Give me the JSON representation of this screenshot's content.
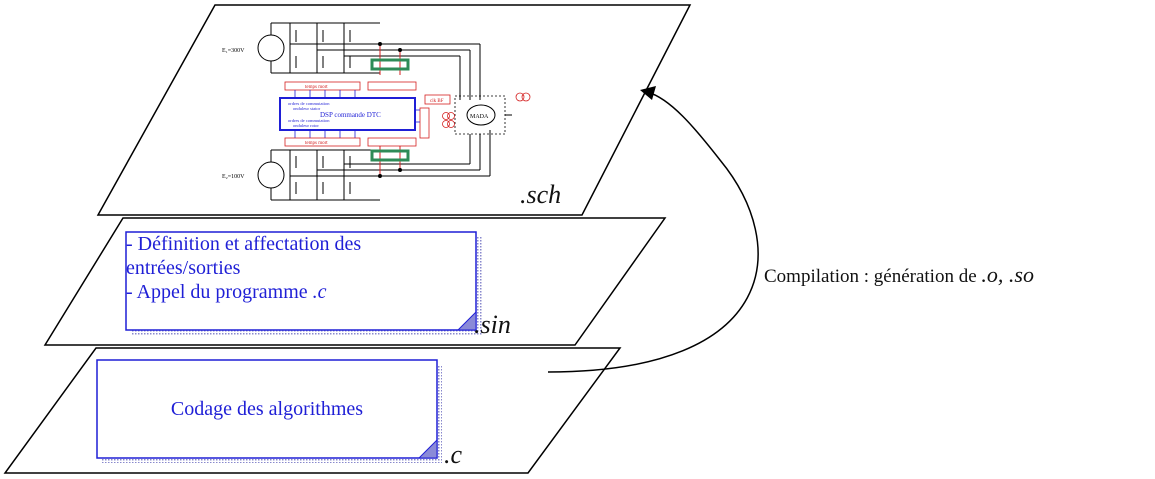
{
  "layers": {
    "sch": {
      "ext_label": ".sch"
    },
    "sin": {
      "ext_label": ".sin",
      "note_line1": "- Définition et affectation des",
      "note_line2": "entrées/sorties",
      "note_line3_prefix": "- Appel du programme ",
      "note_line3_ext": ".c"
    },
    "c": {
      "ext_label": ".c",
      "note": "Codage des algorithmes"
    }
  },
  "schematic": {
    "source_top": "E₁=300V",
    "source_bottom": "E₂=100V",
    "tempo_top": "temps mort",
    "tempo_bottom": "temps mort",
    "dsp_line1": "ordres de commutation",
    "dsp_line2": "onduleur stator",
    "dsp_main": "DSP commande DTC",
    "dsp_line3": "ordres de commutation",
    "dsp_line4": "onduleur rotor",
    "clk": "clk BF",
    "machine": "MADA"
  },
  "arrow": {
    "caption_prefix": "Compilation : génération de ",
    "caption_files": ".o, .so"
  },
  "colors": {
    "note_text": "#1f1fd6",
    "note_border": "#1f1fd6",
    "schematic_red": "#d42020",
    "filter_green": "#2e8b57",
    "dsp_blue": "#1f1fd6"
  }
}
